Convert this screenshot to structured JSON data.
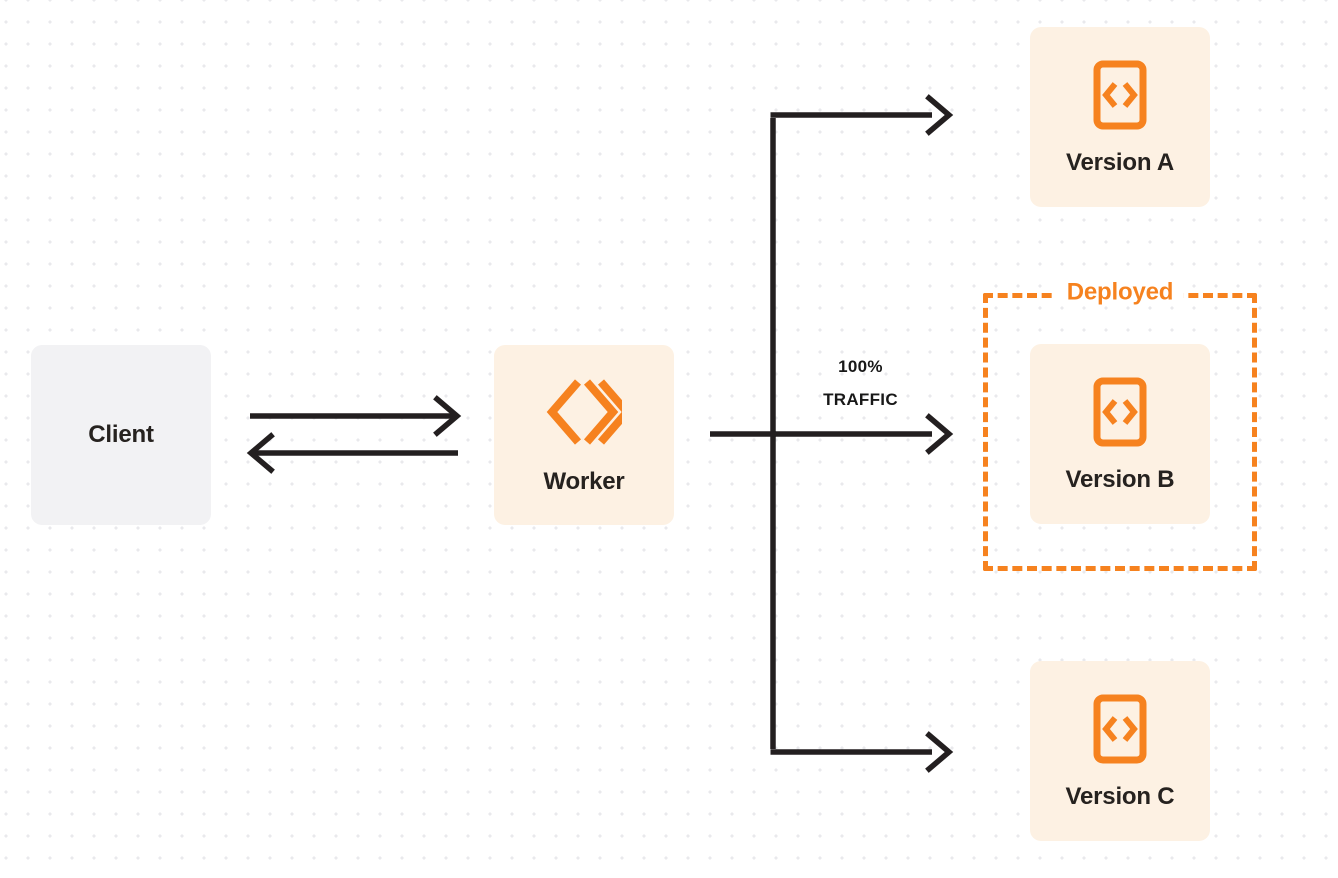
{
  "diagram": {
    "title": "Worker version traffic routing",
    "colors": {
      "accent_orange": "#f6821f",
      "node_cream": "#fdf1e3",
      "node_gray": "#f2f2f4",
      "line_dark": "#231f20",
      "text_dark": "#26221f",
      "dot_grid": "#e9e9ec",
      "background": "#ffffff"
    },
    "nodes": {
      "client": {
        "label": "Client"
      },
      "worker": {
        "label": "Worker",
        "icon": "cloudflare-workers-logo"
      },
      "version_a": {
        "label": "Version A",
        "icon": "code-file-icon"
      },
      "version_b": {
        "label": "Version B",
        "icon": "code-file-icon"
      },
      "version_c": {
        "label": "Version C",
        "icon": "code-file-icon"
      }
    },
    "group": {
      "deployed_label": "Deployed",
      "contains": "Version B",
      "border_style": "dashed"
    },
    "edges": {
      "traffic_percent": "100%",
      "traffic_word": "TRAFFIC",
      "client_to_worker": "request",
      "worker_to_client": "response"
    }
  }
}
